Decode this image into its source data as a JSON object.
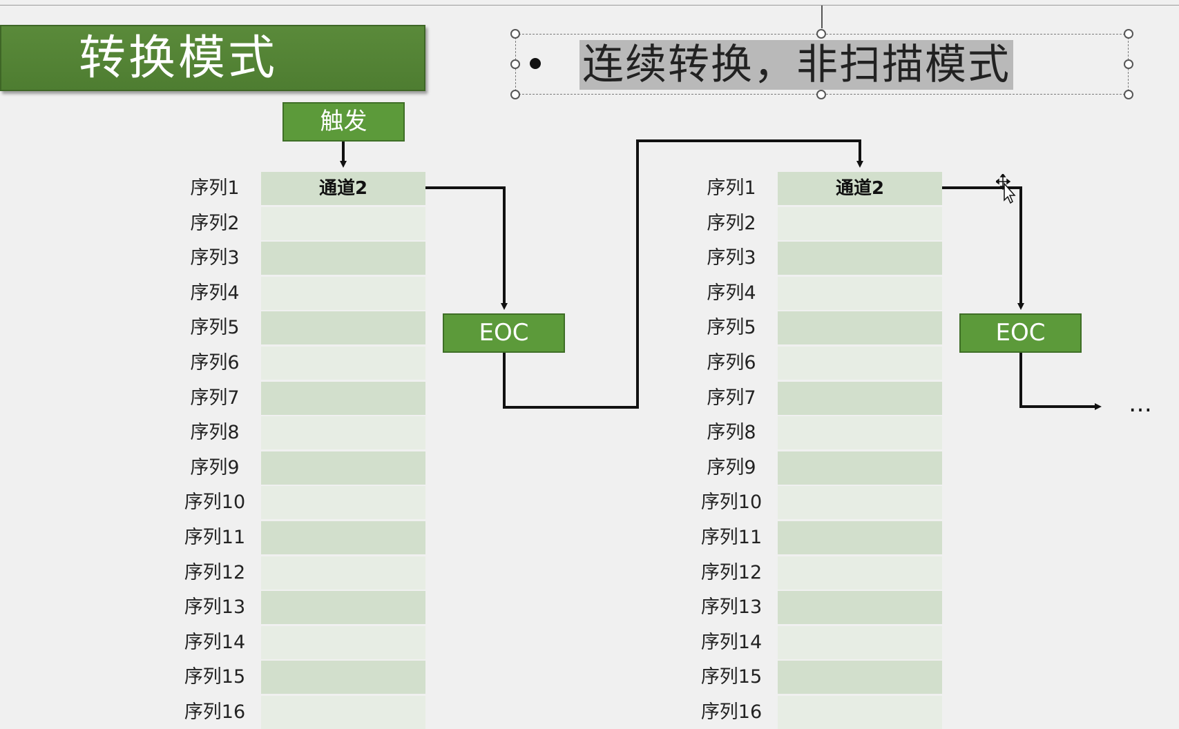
{
  "slide": {
    "title": "转换模式",
    "bullet_text": "连续转换，非扫描模式",
    "trigger_label": "触发",
    "eoc_label": "EOC",
    "continuation": "…"
  },
  "tables": [
    {
      "name": "left",
      "rows": [
        {
          "label": "序列1",
          "value": "通道2"
        },
        {
          "label": "序列2",
          "value": ""
        },
        {
          "label": "序列3",
          "value": ""
        },
        {
          "label": "序列4",
          "value": ""
        },
        {
          "label": "序列5",
          "value": ""
        },
        {
          "label": "序列6",
          "value": ""
        },
        {
          "label": "序列7",
          "value": ""
        },
        {
          "label": "序列8",
          "value": ""
        },
        {
          "label": "序列9",
          "value": ""
        },
        {
          "label": "序列10",
          "value": ""
        },
        {
          "label": "序列11",
          "value": ""
        },
        {
          "label": "序列12",
          "value": ""
        },
        {
          "label": "序列13",
          "value": ""
        },
        {
          "label": "序列14",
          "value": ""
        },
        {
          "label": "序列15",
          "value": ""
        },
        {
          "label": "序列16",
          "value": ""
        }
      ]
    },
    {
      "name": "right",
      "rows": [
        {
          "label": "序列1",
          "value": "通道2"
        },
        {
          "label": "序列2",
          "value": ""
        },
        {
          "label": "序列3",
          "value": ""
        },
        {
          "label": "序列4",
          "value": ""
        },
        {
          "label": "序列5",
          "value": ""
        },
        {
          "label": "序列6",
          "value": ""
        },
        {
          "label": "序列7",
          "value": ""
        },
        {
          "label": "序列8",
          "value": ""
        },
        {
          "label": "序列9",
          "value": ""
        },
        {
          "label": "序列10",
          "value": ""
        },
        {
          "label": "序列11",
          "value": ""
        },
        {
          "label": "序列12",
          "value": ""
        },
        {
          "label": "序列13",
          "value": ""
        },
        {
          "label": "序列14",
          "value": ""
        },
        {
          "label": "序列15",
          "value": ""
        },
        {
          "label": "序列16",
          "value": ""
        }
      ]
    }
  ],
  "colors": {
    "banner": "#4e7d31",
    "box_fill": "#5c9a3a",
    "row_dark": "#d2dfcc",
    "row_light": "#e7ede4"
  },
  "icons": [
    "bullet-dot-icon",
    "selection-handle-icon",
    "move-cursor-icon",
    "arrow-icon"
  ]
}
